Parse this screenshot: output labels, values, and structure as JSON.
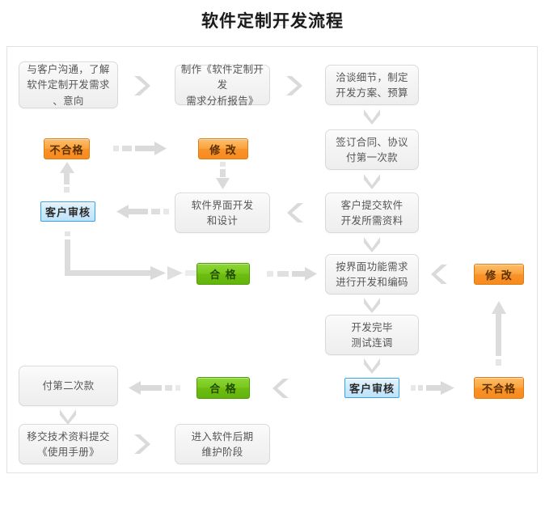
{
  "title": {
    "text": "软件定制开发流程"
  },
  "flow": {
    "boxes": [
      {
        "id": "box-communicate",
        "text": "与客户沟通，了解\n软件定制开发需求\n、意向"
      },
      {
        "id": "box-requirement-doc",
        "text": "制作《软件定制开发\n需求分析报告》"
      },
      {
        "id": "box-negotiate",
        "text": "洽谈细节，制定\n开发方案、预算"
      },
      {
        "id": "box-contract",
        "text": "签订合同、协议\n付第一次款"
      },
      {
        "id": "box-submit-materials",
        "text": "客户提交软件\n开发所需资料"
      },
      {
        "id": "box-ui-design",
        "text": "软件界面开发\n和设计"
      },
      {
        "id": "box-develop-code",
        "text": "按界面功能需求\n进行开发和编码"
      },
      {
        "id": "box-test",
        "text": "开发完毕\n测试连调"
      },
      {
        "id": "box-second-payment",
        "text": "付第二次款"
      },
      {
        "id": "box-handover-docs",
        "text": "移交技术资料提交\n《使用手册》"
      },
      {
        "id": "box-maintenance",
        "text": "进入软件后期\n维护阶段"
      }
    ],
    "pills": [
      {
        "id": "pill-fail-top",
        "label": "不合格",
        "color": "orange"
      },
      {
        "id": "pill-modify-top",
        "label": "修  改",
        "color": "orange"
      },
      {
        "id": "pill-review-top",
        "label": "客户审核",
        "color": "blue"
      },
      {
        "id": "pill-pass-mid",
        "label": "合  格",
        "color": "green"
      },
      {
        "id": "pill-modify-right",
        "label": "修  改",
        "color": "orange"
      },
      {
        "id": "pill-review-bottom",
        "label": "客户审核",
        "color": "blue"
      },
      {
        "id": "pill-fail-right",
        "label": "不合格",
        "color": "orange"
      },
      {
        "id": "pill-pass-bottom",
        "label": "合  格",
        "color": "green"
      }
    ]
  },
  "colors": {
    "orange_accent": "#f8922a",
    "orange_border": "#e07b10",
    "green_accent": "#6dbd12",
    "green_border": "#4c9e06",
    "blue_fill": "#cfeafb",
    "blue_border": "#3aa3e8",
    "box_fill": "#f4f4f4",
    "box_border": "#d9d9d9",
    "arrow_grey": "#dcdcdc",
    "frame_border": "#e2e2e2",
    "text_grey": "#555555",
    "title_black": "#1a1a1a"
  }
}
